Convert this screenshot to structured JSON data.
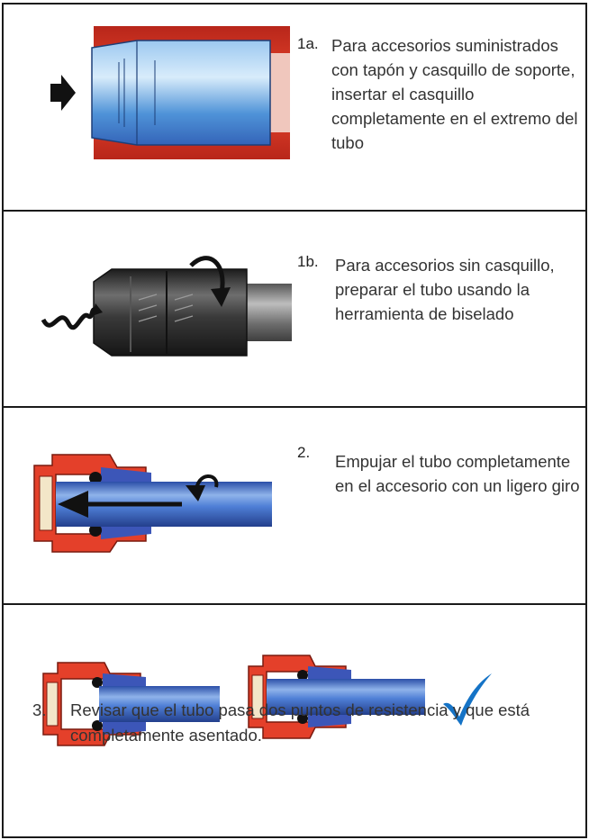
{
  "steps": [
    {
      "number": "1a.",
      "text": "Para accesorios suministrados con tapón y casquillo de soporte, insertar el casquillo completamente en el extremo del tubo"
    },
    {
      "number": "1b.",
      "text": "Para accesorios sin casquillo, preparar el tubo usando la herramienta de biselado"
    },
    {
      "number": "2.",
      "text": "Empujar el tubo completamente en el accesorio con un ligero giro"
    },
    {
      "number": "3.",
      "text": "Revisar que el tubo pasa dos puntos de resistencia y que está completamente asentado."
    }
  ],
  "colors": {
    "fitting_red": "#e4402a",
    "pipe_blue": "#3f6fd0",
    "check_blue": "#1573c6",
    "tool_black": "#333333"
  },
  "icons": [
    "push-arrow-icon",
    "rotate-arrow-icon",
    "checkmark-icon"
  ]
}
